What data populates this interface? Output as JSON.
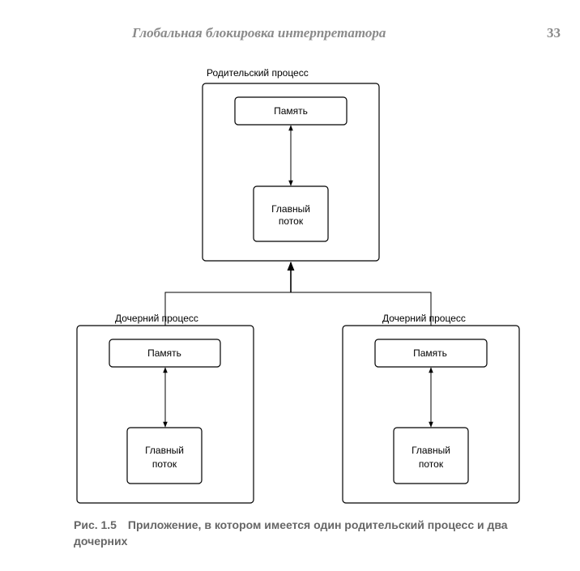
{
  "header": {
    "title": "Глобальная блокировка интерпретатора",
    "page_number": "33"
  },
  "diagram": {
    "parent": {
      "label": "Родительский процесс",
      "memory": "Память",
      "thread_line1": "Главный",
      "thread_line2": "поток"
    },
    "children": [
      {
        "label": "Дочерний процесс",
        "memory": "Память",
        "thread_line1": "Главный",
        "thread_line2": "поток"
      },
      {
        "label": "Дочерний процесс",
        "memory": "Память",
        "thread_line1": "Главный",
        "thread_line2": "поток"
      }
    ]
  },
  "caption": {
    "number": "Рис. 1.5",
    "text": "Приложение, в котором имеется один родительский процесс и два дочерних"
  }
}
